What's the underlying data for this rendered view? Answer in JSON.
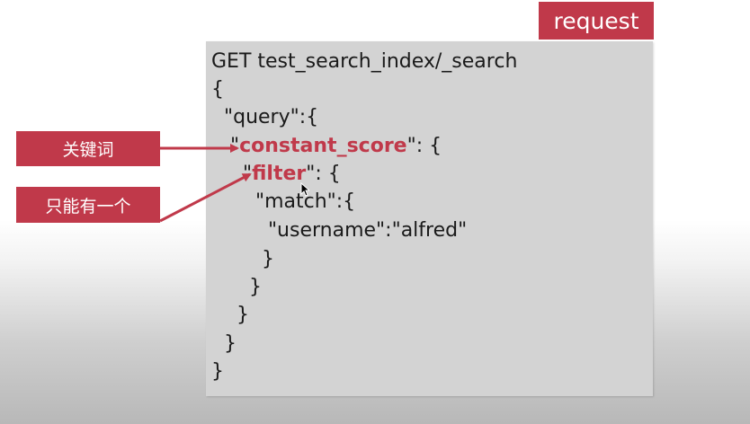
{
  "labels": {
    "request": "request",
    "keyword": "关键词",
    "single": "只能有一个"
  },
  "code": {
    "lines": [
      {
        "pre": "GET test_search_index/_search",
        "hl": "",
        "post": ""
      },
      {
        "pre": "{",
        "hl": "",
        "post": ""
      },
      {
        "pre": "  \"query\":{",
        "hl": "",
        "post": ""
      },
      {
        "pre": "   \"",
        "hl": "constant_score",
        "post": "\": {"
      },
      {
        "pre": "     \"",
        "hl": "filter",
        "post": "\": {"
      },
      {
        "pre": "       \"match\":{",
        "hl": "",
        "post": ""
      },
      {
        "pre": "         \"username\":\"alfred\"",
        "hl": "",
        "post": ""
      },
      {
        "pre": "        }",
        "hl": "",
        "post": ""
      },
      {
        "pre": "      }",
        "hl": "",
        "post": ""
      },
      {
        "pre": "    }",
        "hl": "",
        "post": ""
      },
      {
        "pre": "  }",
        "hl": "",
        "post": ""
      },
      {
        "pre": "}",
        "hl": "",
        "post": ""
      }
    ]
  },
  "colors": {
    "accent": "#c0394a",
    "code_bg": "#d3d3d3",
    "text": "#1a1a1a"
  }
}
